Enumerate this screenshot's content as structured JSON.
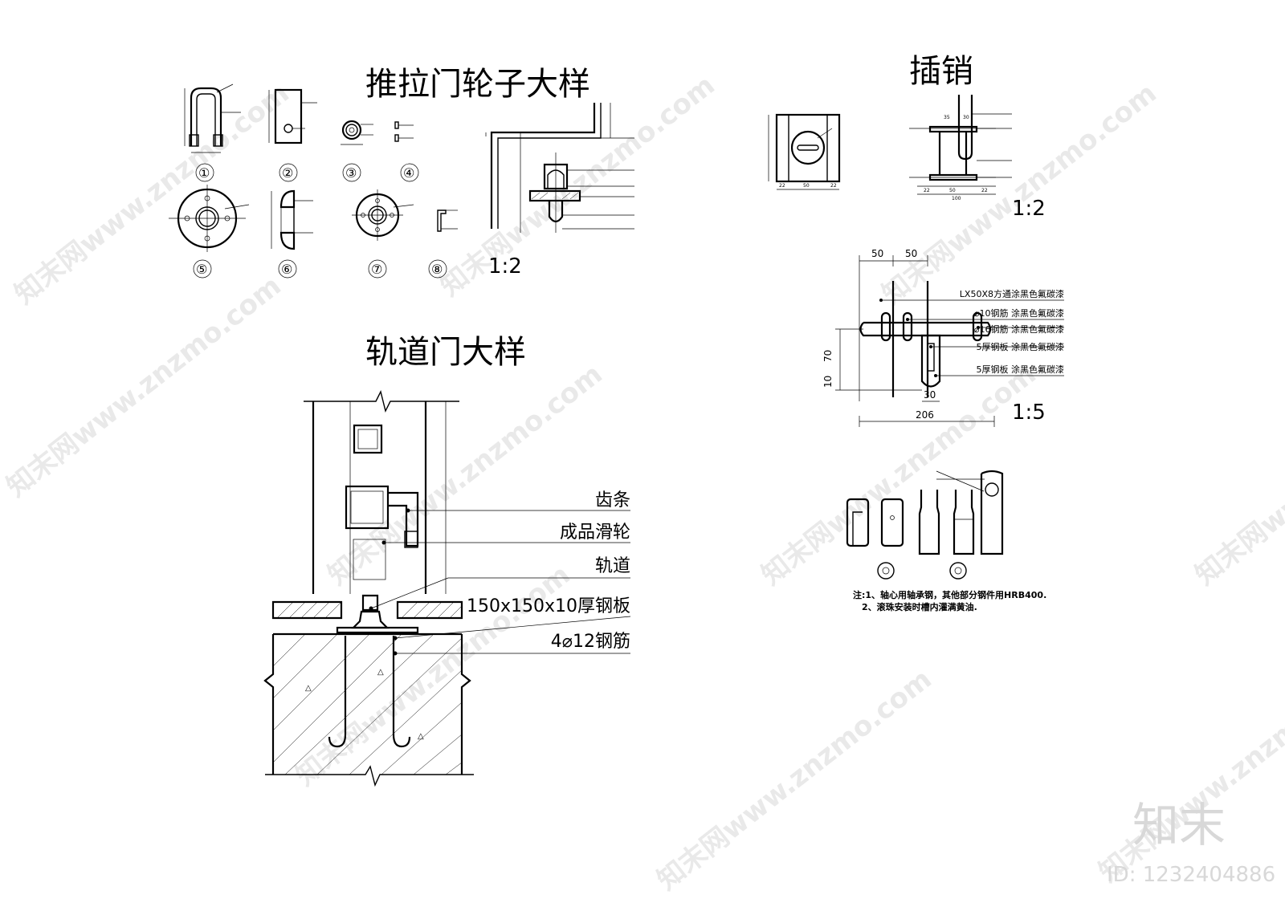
{
  "titles": {
    "wheel_detail": "推拉门轮子大样",
    "latch": "插销",
    "track_door_detail": "轨道门大样"
  },
  "scales": {
    "wheel_detail": "1:2",
    "latch_top": "1:2",
    "latch_bolt": "1:5"
  },
  "wheel_parts": [
    "①",
    "②",
    "③",
    "④",
    "⑤",
    "⑥",
    "⑦",
    "⑧"
  ],
  "track_labels": [
    "齿条",
    "成品滑轮",
    "轨道",
    "150x150x10厚钢板",
    "4⌀12钢筋"
  ],
  "latch_labels": [
    "LX50X8方通涂黑色氟碳漆",
    "⌀10钢筋  涂黑色氟碳漆",
    "⌀16钢筋  涂黑色氟碳漆",
    "5厚钢板  涂黑色氟碳漆",
    "5厚钢板  涂黑色氟碳漆"
  ],
  "latch_dims": {
    "top_a": "50",
    "top_b": "50",
    "height_a": "70",
    "height_b": "10",
    "width_small": "30",
    "width_total": "206"
  },
  "latch_plan_dims": [
    "22",
    "50",
    "22"
  ],
  "latch_section_dims": [
    "35",
    "30",
    "22",
    "50",
    "22",
    "100"
  ],
  "notes": [
    "注:1、轴心用轴承钢，其他部分钢件用HRB400.",
    "2、滚珠安装时槽内灌满黄油."
  ],
  "brand": {
    "logo": "知末",
    "id": "ID: 1232404886",
    "watermark": "知末网www.znzmo.com"
  }
}
